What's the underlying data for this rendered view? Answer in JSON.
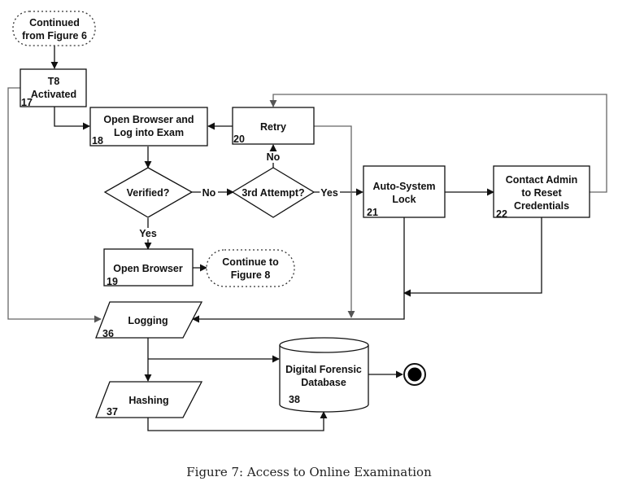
{
  "figure": {
    "caption": "Figure 7:  Access to Online Examination"
  },
  "nodes": {
    "from_fig6": {
      "lines": [
        "Continued",
        "from Figure 6"
      ],
      "shape": "dotted-terminator"
    },
    "n17": {
      "lines": [
        "T8",
        "Activated"
      ],
      "number": "17",
      "shape": "process"
    },
    "n18": {
      "lines": [
        "Open Browser and",
        "Log into Exam"
      ],
      "number": "18",
      "shape": "process"
    },
    "n20": {
      "lines": [
        "Retry"
      ],
      "number": "20",
      "shape": "process"
    },
    "verified": {
      "lines": [
        "Verified?"
      ],
      "shape": "decision"
    },
    "third_attempt": {
      "lines": [
        "3rd Attempt?"
      ],
      "shape": "decision"
    },
    "n21": {
      "lines": [
        "Auto-System",
        "Lock"
      ],
      "number": "21",
      "shape": "process"
    },
    "n22": {
      "lines": [
        "Contact Admin",
        "to Reset",
        "Credentials"
      ],
      "number": "22",
      "shape": "process"
    },
    "n19": {
      "lines": [
        "Open Browser"
      ],
      "number": "19",
      "shape": "process"
    },
    "to_fig8": {
      "lines": [
        "Continue to",
        "Figure 8"
      ],
      "shape": "dotted-terminator"
    },
    "n36": {
      "lines": [
        "Logging"
      ],
      "number": "36",
      "shape": "data"
    },
    "n37": {
      "lines": [
        "Hashing"
      ],
      "number": "37",
      "shape": "data"
    },
    "n38": {
      "lines": [
        "Digital Forensic",
        "Database"
      ],
      "number": "38",
      "shape": "database"
    },
    "end": {
      "shape": "end-state"
    }
  },
  "edges": [
    {
      "from": "from_fig6",
      "to": "n17",
      "label": ""
    },
    {
      "from": "n17",
      "to": "n18",
      "label": ""
    },
    {
      "from": "n17",
      "to": "n36",
      "label": ""
    },
    {
      "from": "n18",
      "to": "verified",
      "label": ""
    },
    {
      "from": "verified",
      "to": "third_attempt",
      "label": "No"
    },
    {
      "from": "verified",
      "to": "n19",
      "label": "Yes"
    },
    {
      "from": "third_attempt",
      "to": "n20",
      "label": "No"
    },
    {
      "from": "third_attempt",
      "to": "n21",
      "label": "Yes"
    },
    {
      "from": "n20",
      "to": "n18",
      "label": ""
    },
    {
      "from": "n20",
      "to": "n36",
      "label": ""
    },
    {
      "from": "n21",
      "to": "n22",
      "label": ""
    },
    {
      "from": "n21",
      "to": "n36",
      "label": ""
    },
    {
      "from": "n22",
      "to": "n20",
      "label": ""
    },
    {
      "from": "n22",
      "to": "n36",
      "label": ""
    },
    {
      "from": "n19",
      "to": "to_fig8",
      "label": ""
    },
    {
      "from": "n36",
      "to": "n37",
      "label": ""
    },
    {
      "from": "n36",
      "to": "n38",
      "label": ""
    },
    {
      "from": "n37",
      "to": "n38",
      "label": ""
    },
    {
      "from": "n38",
      "to": "end",
      "label": ""
    }
  ],
  "edge_labels": {
    "verified_no": "No",
    "verified_yes": "Yes",
    "attempt_no": "No",
    "attempt_yes": "Yes"
  }
}
